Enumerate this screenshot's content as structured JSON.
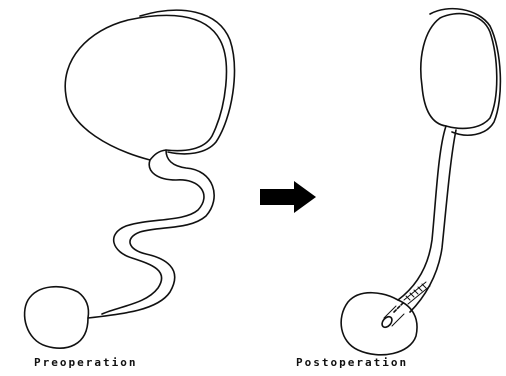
{
  "captions": {
    "preoperation": "Preoperation",
    "postoperation": "Postoperation"
  },
  "colors": {
    "stroke": "#111111",
    "background": "#ffffff",
    "arrow": "#000000"
  },
  "figure": {
    "left_panel": "tortuous-tube-connecting-organ-to-bulb",
    "right_panel": "straightened-tube-with-sutured-anastomosis",
    "center": "right-arrow-icon"
  }
}
